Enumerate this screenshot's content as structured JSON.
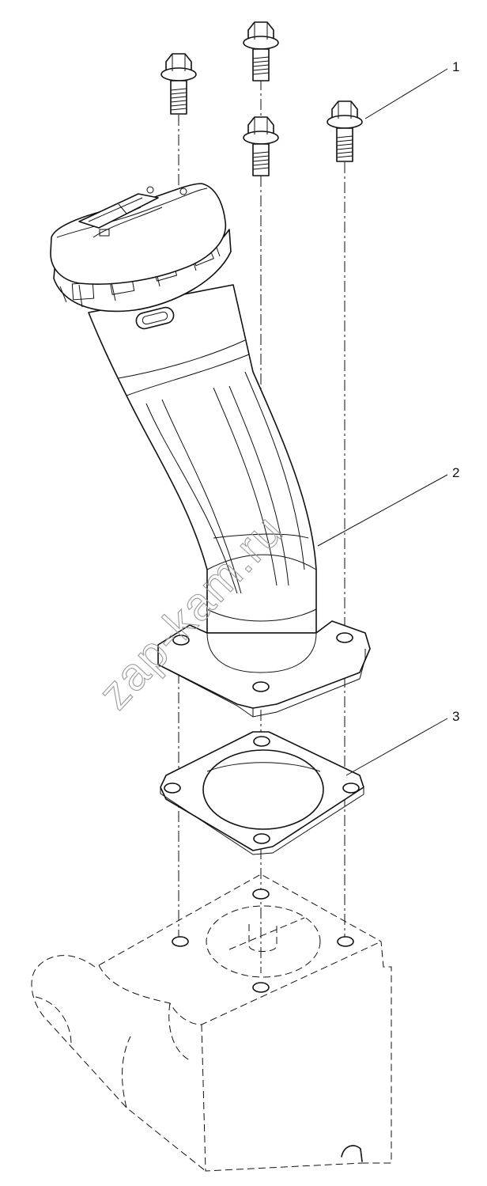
{
  "callouts": [
    {
      "id": "callout-1",
      "text": "1"
    },
    {
      "id": "callout-2",
      "text": "2"
    },
    {
      "id": "callout-3",
      "text": "3"
    }
  ],
  "watermark": "zap-kam.ru",
  "colors": {
    "line": "#111111",
    "background": "#ffffff",
    "watermark": "#9a9a9a"
  }
}
